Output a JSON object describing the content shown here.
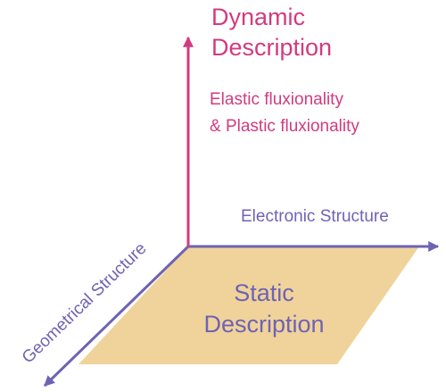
{
  "dynamic": {
    "title_line1": "Dynamic",
    "title_line2": "Description",
    "sub_line1": "Elastic fluxionality",
    "sub_line2": "& Plastic fluxionality"
  },
  "static": {
    "line1": "Static",
    "line2": "Description"
  },
  "axes": {
    "x_label": "Electronic Structure",
    "z_label": "Geometrical Structure"
  },
  "colors": {
    "dynamic": "#d13b7f",
    "axes": "#6e63b4",
    "plane": "#f0d39a"
  }
}
